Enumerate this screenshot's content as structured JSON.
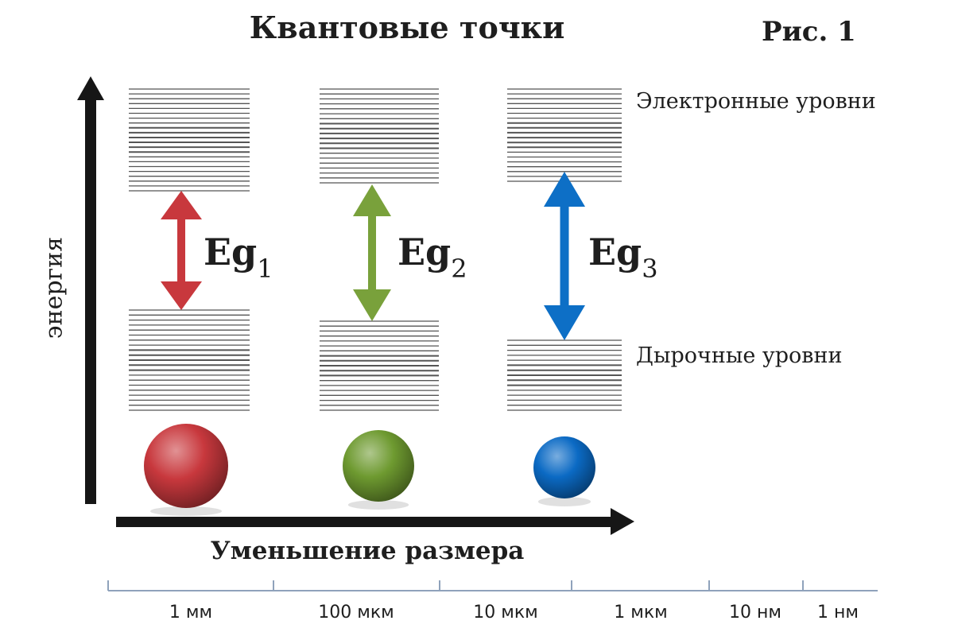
{
  "title": "Квантовые точки",
  "figure_label": "Рис. 1",
  "labels": {
    "electron_levels": "Электронные уровни",
    "hole_levels": "Дырочные уровни",
    "y_axis": "энергия",
    "x_axis": "Уменьшение размера"
  },
  "gaps": [
    {
      "main": "Eg",
      "sub": "1",
      "color": "#c8383d"
    },
    {
      "main": "Eg",
      "sub": "2",
      "color": "#79a13b"
    },
    {
      "main": "Eg",
      "sub": "3",
      "color": "#0d6fc6"
    }
  ],
  "dots": [
    {
      "color": "#c8383d"
    },
    {
      "color": "#6e9a30"
    },
    {
      "color": "#0b6ac4"
    }
  ],
  "scale": [
    "1 мм",
    "100 мкм",
    "10 мкм",
    "1 мкм",
    "10 нм",
    "1 нм"
  ],
  "colors": {
    "axis": "#161616",
    "levels": "#555555",
    "scale_line": "#8fa2bb"
  }
}
